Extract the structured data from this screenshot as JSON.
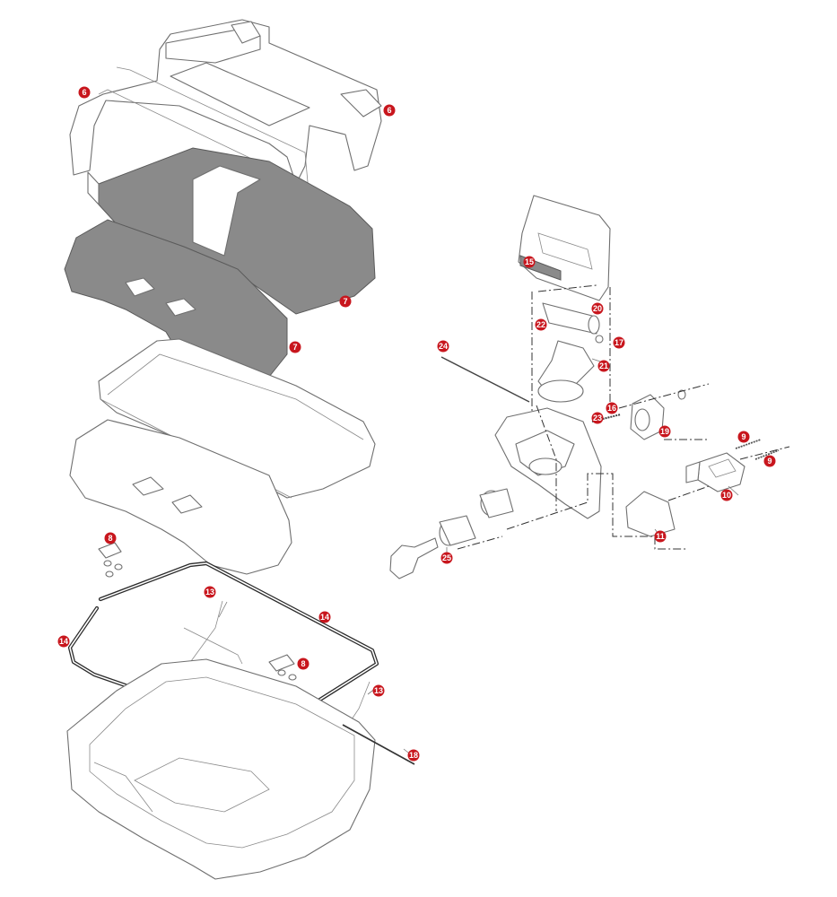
{
  "callouts": [
    "6",
    "6",
    "7",
    "7",
    "8",
    "8",
    "9",
    "9",
    "10",
    "11",
    "13",
    "13",
    "14",
    "14",
    "15",
    "16",
    "17",
    "18",
    "19",
    "20",
    "21",
    "22",
    "23",
    "24",
    "25"
  ],
  "colors": {
    "callout": "#c8161d",
    "outline": "#6f6f6f",
    "liner": "#8a8a8a",
    "seal": "#2b2b2b"
  }
}
